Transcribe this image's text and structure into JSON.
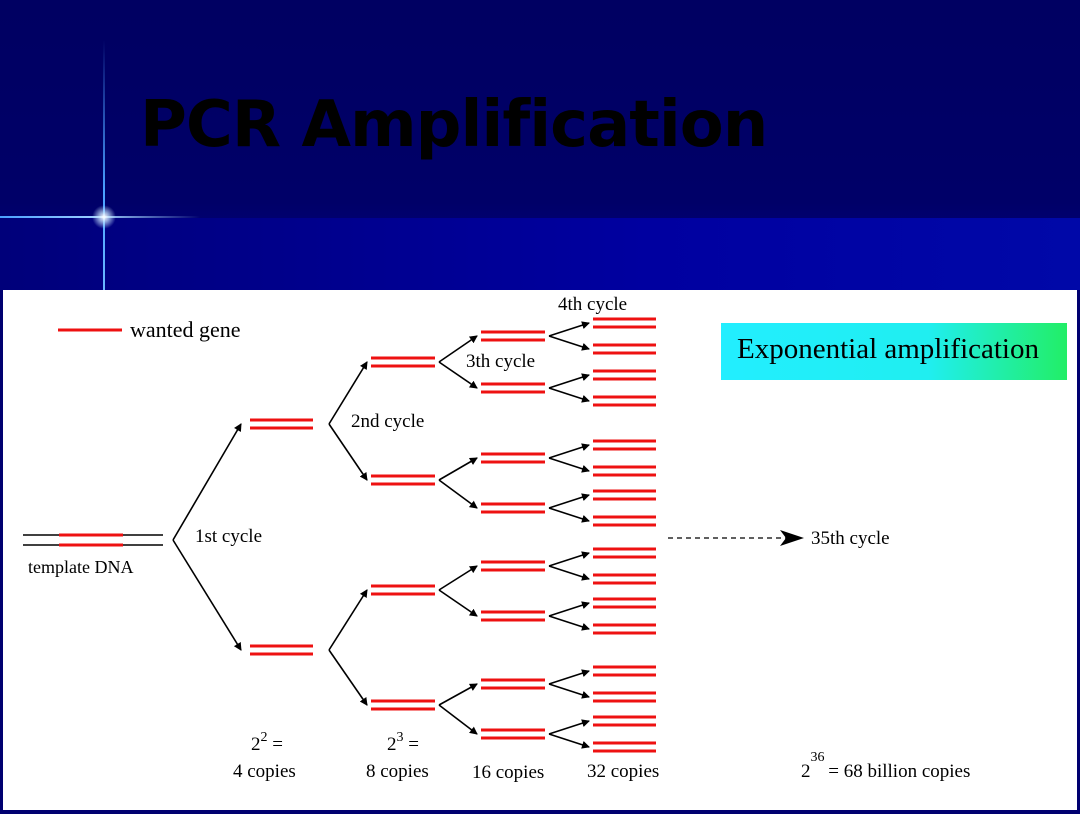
{
  "slide": {
    "title": "PCR Amplification"
  },
  "diagram": {
    "legend_label": "wanted gene",
    "template_label": "template DNA",
    "cycle_labels": [
      "1st cycle",
      "2nd cycle",
      "3th cycle",
      "4th cycle"
    ],
    "final_cycle_label": "35th cycle",
    "highlight_label": "Exponential amplification",
    "copy_counts": [
      {
        "formula_base": "2",
        "formula_exp": "2",
        "suffix": " =",
        "copies": "4 copies"
      },
      {
        "formula_base": "2",
        "formula_exp": "3",
        "suffix": " =",
        "copies": "8 copies"
      },
      {
        "copies": "16 copies"
      },
      {
        "copies": "32 copies"
      }
    ],
    "final_count": {
      "base": "2",
      "exp": "36",
      "text": "= 68 billion copies"
    },
    "colors": {
      "gene": "#ee1111",
      "highlight_from": "#22eeff",
      "highlight_to": "#22ee66"
    }
  }
}
